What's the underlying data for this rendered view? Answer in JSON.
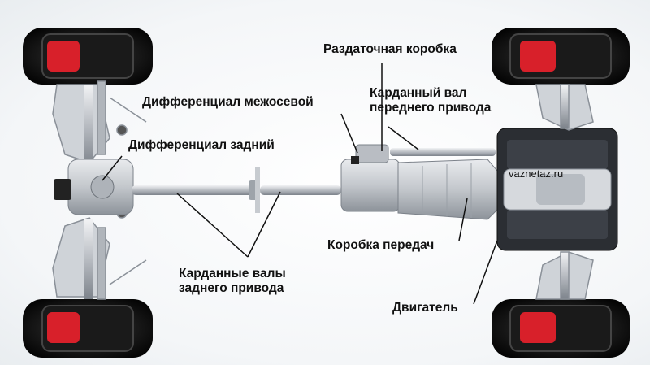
{
  "labels": {
    "transfer_case": "Раздаточная коробка",
    "front_shaft_line1": "Карданный вал",
    "front_shaft_line2": "переднего  привода",
    "center_diff": "Дифференциал межосевой",
    "rear_diff": "Дифференциал задний",
    "rear_shafts_line1": "Карданные валы",
    "rear_shafts_line2": "заднего привода",
    "gearbox": "Коробка передач",
    "engine": "Двигатель"
  },
  "watermark": "vaznetaz.ru",
  "colors": {
    "tire": "#111111",
    "brake_caliper": "#d8202a",
    "metal": "#c9cdd2",
    "metal_dark": "#8a9098",
    "engine_block": "#2b2e33",
    "leader_line": "#111111"
  }
}
